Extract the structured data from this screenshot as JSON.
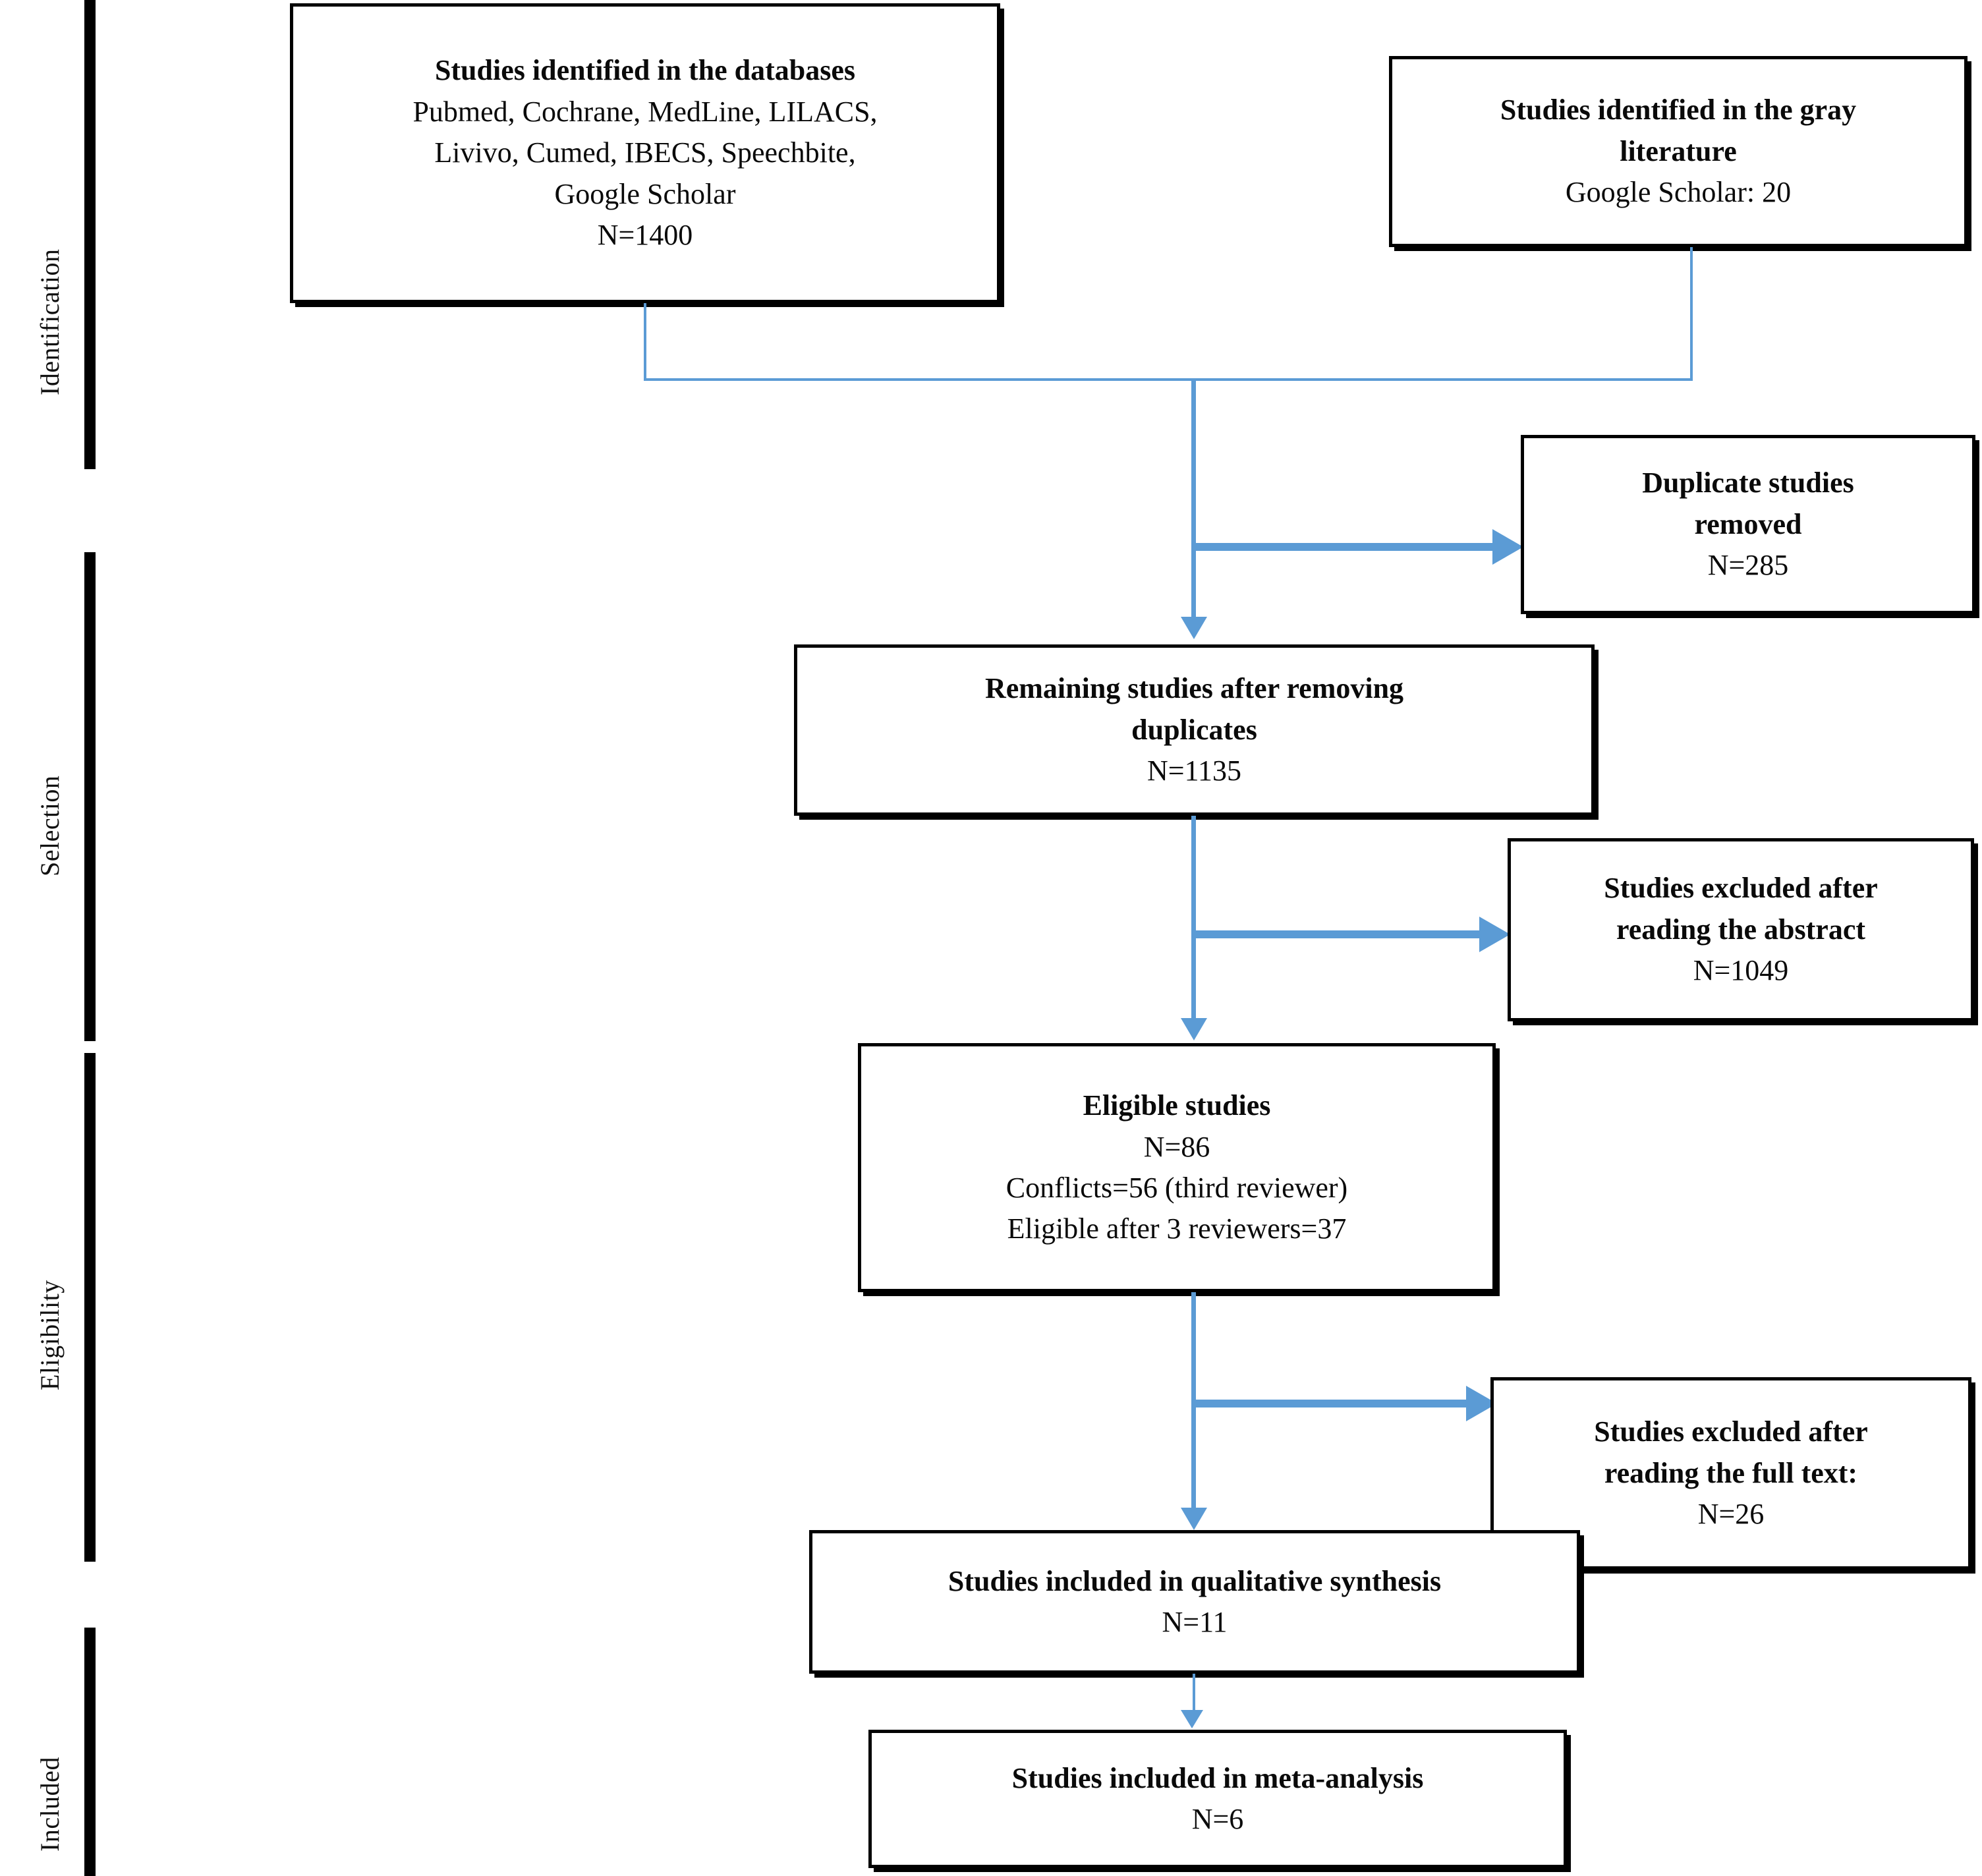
{
  "diagram": {
    "title": "PRISMA study selection flow diagram",
    "accent_color": "#5B9BD5",
    "box_border_color": "#000000",
    "background_color": "#FFFFFF"
  },
  "stages": [
    {
      "id": "identification",
      "label": "Identification"
    },
    {
      "id": "selection",
      "label": "Selection"
    },
    {
      "id": "eligibility",
      "label": "Eligibility"
    },
    {
      "id": "included",
      "label": "Included"
    }
  ],
  "nodes": {
    "databases": {
      "lines": [
        "Studies identified in the databases",
        "Pubmed, Cochrane, MedLine, LILACS,",
        "Livivo, Cumed, IBECS, Speechbite,",
        "Google Scholar",
        "N=1400"
      ]
    },
    "gray_literature": {
      "lines": [
        "Studies identified in the gray",
        "literature",
        "Google Scholar: 20"
      ]
    },
    "duplicates_removed": {
      "lines": [
        "Duplicate studies",
        "removed",
        "N=285"
      ]
    },
    "remaining_after_duplicates": {
      "lines": [
        "Remaining studies after removing",
        "duplicates",
        "N=1135"
      ]
    },
    "excluded_abstract": {
      "lines": [
        "Studies excluded after",
        "reading the abstract",
        "N=1049"
      ]
    },
    "eligible_studies": {
      "lines": [
        "Eligible studies",
        "N=86",
        "Conflicts=56 (third reviewer)",
        "Eligible after 3 reviewers=37"
      ]
    },
    "excluded_fulltext": {
      "lines": [
        "Studies excluded after",
        "reading the full text:",
        "N=26"
      ]
    },
    "qualitative_synthesis": {
      "lines": [
        "Studies included in qualitative synthesis",
        "N=11"
      ]
    },
    "meta_analysis": {
      "lines": [
        "Studies included in meta-analysis",
        "N=6"
      ]
    }
  },
  "counts": {
    "databases_total": 1400,
    "gray_literature_total": 20,
    "duplicates_removed": 285,
    "remaining_after_duplicates": 1135,
    "excluded_after_abstract": 1049,
    "eligible_studies": 86,
    "conflicts_third_reviewer": 56,
    "eligible_after_three_reviewers": 37,
    "excluded_after_full_text": 26,
    "included_qualitative_synthesis": 11,
    "included_meta_analysis": 6
  }
}
